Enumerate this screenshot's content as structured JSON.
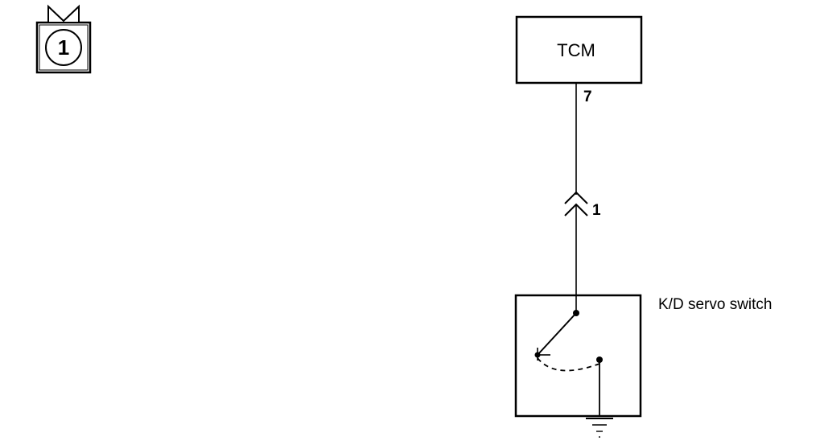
{
  "connector_icon": {
    "number": "1"
  },
  "ecu": {
    "label": "TCM",
    "pin": "7"
  },
  "connector": {
    "pin": "1"
  },
  "switch": {
    "label": "K/D servo switch"
  },
  "colors": {
    "line": "#000000",
    "background": "#ffffff"
  }
}
